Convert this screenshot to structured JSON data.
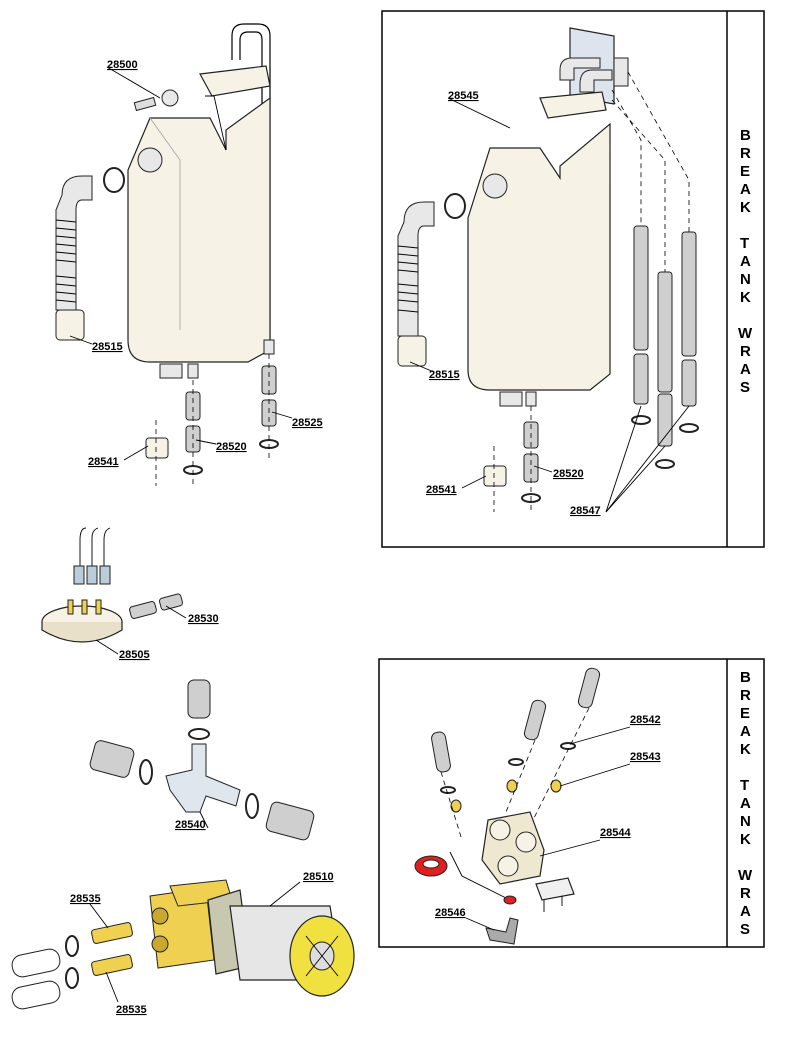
{
  "labels": {
    "p28500": "28500",
    "p28515a": "28515",
    "p28541a": "28541",
    "p28520a": "28520",
    "p28525": "28525",
    "p28545": "28545",
    "p28515b": "28515",
    "p28541b": "28541",
    "p28520b": "28520",
    "p28547": "28547",
    "p28530": "28530",
    "p28505": "28505",
    "p28540": "28540",
    "p28510": "28510",
    "p28535a": "28535",
    "p28535b": "28535",
    "p28542": "28542",
    "p28543": "28543",
    "p28544": "28544",
    "p28546": "28546"
  },
  "side_panel_1": [
    "B",
    "R",
    "E",
    "A",
    "K",
    "",
    "T",
    "A",
    "N",
    "K",
    "",
    "W",
    "R",
    "A",
    "S"
  ],
  "side_panel_2": [
    "B",
    "R",
    "E",
    "A",
    "K",
    "",
    "T",
    "A",
    "N",
    "K",
    "",
    "W",
    "R",
    "A",
    "S"
  ],
  "colors": {
    "tank_fill": "#f6f2e6",
    "brass": "#f0d050",
    "gasket_red": "#e02020",
    "motor_face": "#f0e040"
  }
}
